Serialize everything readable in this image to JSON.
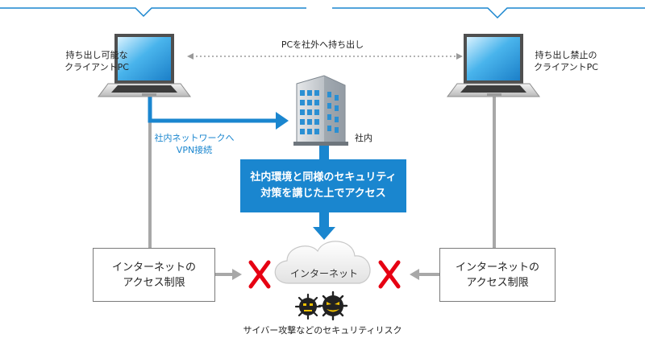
{
  "nodes": {
    "left_pc": {
      "label": [
        "持ち出し可能な",
        "クライアントPC"
      ]
    },
    "right_pc": {
      "label": [
        "持ち出し禁止の",
        "クライアントPC"
      ]
    },
    "office": {
      "label": "社内"
    },
    "left_restriction": {
      "label": [
        "インターネットの",
        "アクセス制限"
      ]
    },
    "right_restriction": {
      "label": [
        "インターネットの",
        "アクセス制限"
      ]
    },
    "internet": {
      "label": "インターネット"
    },
    "security_note": {
      "label": [
        "社内環境と同様のセキュリティ",
        "対策を講じた上でアクセス"
      ]
    },
    "threats": {
      "label": "サイバー攻撃などのセキュリティリスク"
    }
  },
  "edges": {
    "take_out": {
      "label": "PCを社外へ持ち出し"
    },
    "vpn": {
      "label": [
        "社内ネットワークへ",
        "VPN接続"
      ]
    }
  },
  "colors": {
    "accent_blue": "#1a86cf",
    "block_red": "#e60012",
    "gray_line": "#a8a8a8",
    "dotted_line": "#9a9a9a",
    "cloud_fill": "#f0f0f0"
  },
  "icons": [
    "laptop-icon",
    "building-icon",
    "cloud-icon",
    "virus-icon",
    "block-x-icon"
  ]
}
